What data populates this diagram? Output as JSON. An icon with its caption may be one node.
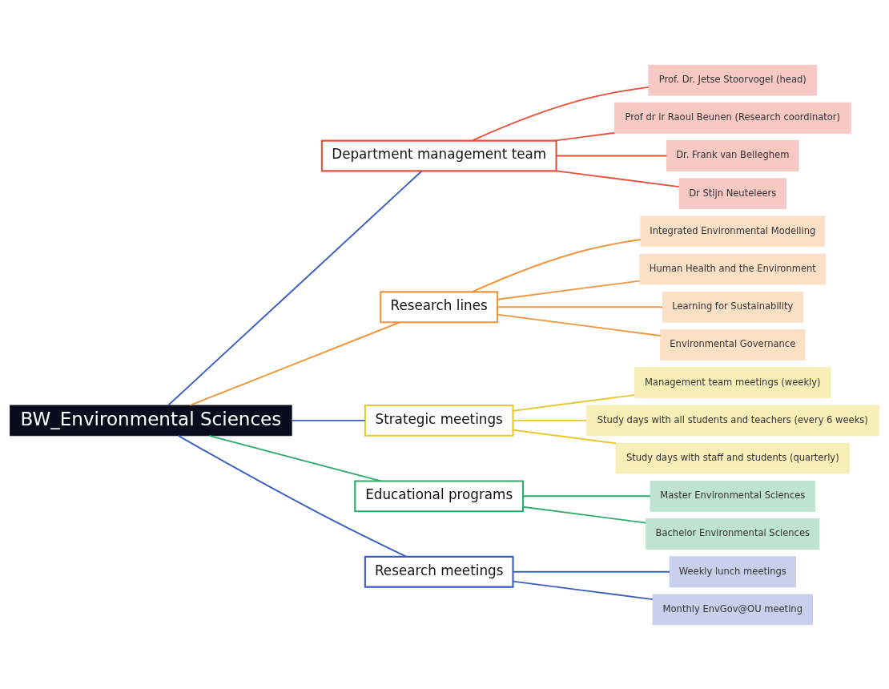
{
  "diagram": {
    "nodes": [
      {
        "text": [
          "BW_Environmental Sciences"
        ]
      },
      {
        "text": [
          "Department management team"
        ]
      },
      {
        "text": [
          "Prof. Dr. Jetse Stoorvogel (head)"
        ]
      },
      {
        "text": [
          "Prof dr ir Raoul Beunen (Research coordinator)"
        ]
      },
      {
        "text": [
          "Dr. Frank van Belleghem"
        ]
      },
      {
        "text": [
          "Dr Stijn Neuteleers"
        ]
      },
      {
        "text": [
          "Research lines"
        ]
      },
      {
        "text": [
          "Integrated Environmental Modelling"
        ]
      },
      {
        "text": [
          "Human Health and the Environment"
        ]
      },
      {
        "text": [
          "Learning for Sustainability"
        ]
      },
      {
        "text": [
          "Environmental Governance"
        ]
      },
      {
        "text": [
          "Strategic meetings"
        ]
      },
      {
        "text": [
          "Management team meetings (weekly)"
        ]
      },
      {
        "text": [
          "Study days with all students and teachers (every 6 weeks)"
        ]
      },
      {
        "text": [
          "Study days with staff and students (quarterly)"
        ]
      },
      {
        "text": [
          "Educational programs"
        ]
      },
      {
        "text": [
          "Master Environmental Sciences"
        ]
      },
      {
        "text": [
          "Bachelor Environmental Sciences"
        ]
      },
      {
        "text": [
          "Research meetings"
        ]
      },
      {
        "text": [
          "Weekly lunch meetings"
        ]
      },
      {
        "text": [
          "Monthly EnvGov@OU meeting"
        ]
      }
    ],
    "edges": [
      {
        "from": 0,
        "to": 1,
        "arrow": "none",
        "color": "#3b5fc0"
      },
      {
        "from": 1,
        "to": 2,
        "arrow": "none",
        "color": "#e8503a"
      },
      {
        "from": 1,
        "to": 3,
        "arrow": "none",
        "color": "#e8503a"
      },
      {
        "from": 1,
        "to": 4,
        "arrow": "none",
        "color": "#e8503a"
      },
      {
        "from": 1,
        "to": 5,
        "arrow": "none",
        "color": "#e8503a"
      },
      {
        "from": 0,
        "to": 6,
        "arrow": "none",
        "color": "#f0953a"
      },
      {
        "from": 6,
        "to": 7,
        "arrow": "none",
        "color": "#f0953a"
      },
      {
        "from": 6,
        "to": 8,
        "arrow": "none",
        "color": "#f0953a"
      },
      {
        "from": 6,
        "to": 9,
        "arrow": "none",
        "color": "#f0953a"
      },
      {
        "from": 6,
        "to": 10,
        "arrow": "none",
        "color": "#f0953a"
      },
      {
        "from": 0,
        "to": 11,
        "arrow": "none",
        "color": "#3b5fc0"
      },
      {
        "from": 11,
        "to": 12,
        "arrow": "none",
        "color": "#e8c832"
      },
      {
        "from": 11,
        "to": 13,
        "arrow": "none",
        "color": "#e8c832"
      },
      {
        "from": 11,
        "to": 14,
        "arrow": "none",
        "color": "#e8c832"
      },
      {
        "from": 0,
        "to": 15,
        "arrow": "none",
        "color": "#2eaa6a"
      },
      {
        "from": 15,
        "to": 16,
        "arrow": "none",
        "color": "#2eaa6a"
      },
      {
        "from": 15,
        "to": 17,
        "arrow": "none",
        "color": "#2eaa6a"
      },
      {
        "from": 0,
        "to": 18,
        "arrow": "none",
        "color": "#3b5fc0"
      },
      {
        "from": 18,
        "to": 19,
        "arrow": "none",
        "color": "#3b5fc0"
      },
      {
        "from": 18,
        "to": 20,
        "arrow": "none",
        "color": "#3b5fc0"
      }
    ]
  }
}
